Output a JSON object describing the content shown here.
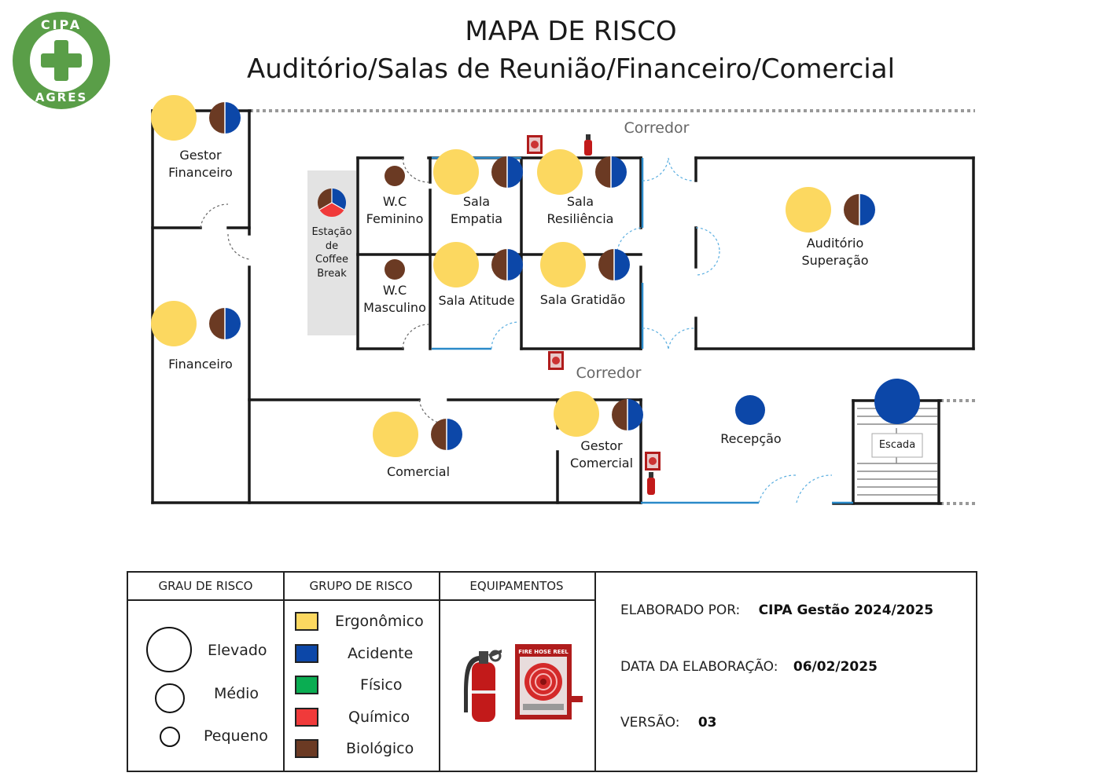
{
  "logo": {
    "top_text": "CIPA",
    "bottom_text": "AGRES",
    "color": "#5a9e48"
  },
  "header": {
    "title": "MAPA DE RISCO",
    "subtitle": "Auditório/Salas de Reunião/Financeiro/Comercial"
  },
  "colors": {
    "ergonomico": "#fcd860",
    "acidente": "#0c47a8",
    "fisico": "#0aad52",
    "quimico": "#f03a3a",
    "biologico": "#6b3a23",
    "wall": "#1a1a1a",
    "glass": "#2a8ac9",
    "coffee_area": "#e3e3e3"
  },
  "rooms": {
    "gestor_financeiro": "Gestor\nFinanceiro",
    "financeiro": "Financeiro",
    "coffee": "Estação\nde\nCoffee\nBreak",
    "wc_feminino": "W.C\nFeminino",
    "wc_masculino": "W.C\nMasculino",
    "sala_empatia": "Sala\nEmpatia",
    "sala_resiliencia": "Sala\nResiliência",
    "sala_atitude": "Sala Atitude",
    "sala_gratidao": "Sala Gratidão",
    "auditorio": "Auditório\nSuperação",
    "comercial": "Comercial",
    "gestor_comercial": "Gestor\nComercial",
    "recepcao": "Recepção",
    "escada": "Escada",
    "corredor_top": "Corredor",
    "corredor_mid": "Corredor"
  },
  "legend": {
    "grau": {
      "header": "GRAU DE RISCO",
      "items": [
        "Elevado",
        "Médio",
        "Pequeno"
      ]
    },
    "grupo": {
      "header": "GRUPO DE RISCO",
      "items": [
        {
          "label": "Ergonômico",
          "color": "#fcd860"
        },
        {
          "label": "Acidente",
          "color": "#0c47a8"
        },
        {
          "label": "Físico",
          "color": "#0aad52"
        },
        {
          "label": "Químico",
          "color": "#f03a3a"
        },
        {
          "label": "Biológico",
          "color": "#6b3a23"
        }
      ]
    },
    "equipamentos": {
      "header": "EQUIPAMENTOS",
      "icons": [
        "fire-extinguisher-icon",
        "fire-hose-reel-icon"
      ],
      "hose_reel_text": "FIRE HOSE REEL"
    },
    "info": {
      "elaborado_label": "ELABORADO POR:",
      "elaborado_value": "CIPA Gestão 2024/2025",
      "data_label": "DATA DA ELABORAÇÃO:",
      "data_value": "06/02/2025",
      "versao_label": "VERSÃO:",
      "versao_value": "03"
    }
  }
}
